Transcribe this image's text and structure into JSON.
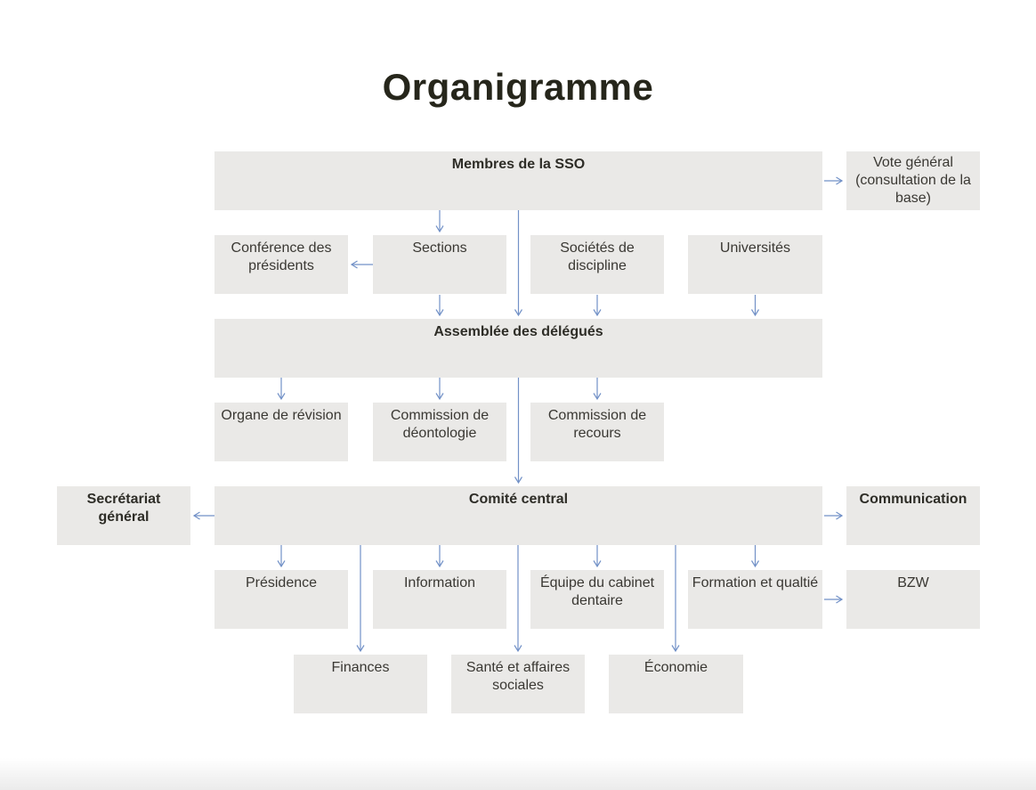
{
  "title": "Organigramme",
  "colors": {
    "background": "#ffffff",
    "box_fill": "#eae9e7",
    "arrow_blue": "#7291c7",
    "title_text": "#26261b",
    "body_text": "#3a3833",
    "header_text": "#2e2d27"
  },
  "nodes": {
    "membres": {
      "label": "Membres de la SSO",
      "bold": true
    },
    "vote": {
      "label": "Vote général (consultation de la base)",
      "bold": false
    },
    "conference": {
      "label": "Conférence des présidents",
      "bold": false
    },
    "sections": {
      "label": "Sections",
      "bold": false
    },
    "societes": {
      "label": "Sociétés de discipline",
      "bold": false
    },
    "universites": {
      "label": "Universités",
      "bold": false
    },
    "assemblee": {
      "label": "Assemblée des délégués",
      "bold": true
    },
    "organe": {
      "label": "Organe de révision",
      "bold": false
    },
    "deontologie": {
      "label": "Commission de déontologie",
      "bold": false
    },
    "recours": {
      "label": "Commission de recours",
      "bold": false
    },
    "secretariat": {
      "label": "Secrétariat général",
      "bold": true
    },
    "comite": {
      "label": "Comité central",
      "bold": true
    },
    "communication": {
      "label": "Communication",
      "bold": true
    },
    "presidence": {
      "label": "Présidence",
      "bold": false
    },
    "information": {
      "label": "Information",
      "bold": false
    },
    "equipe": {
      "label": "Équipe du cabinet dentaire",
      "bold": false
    },
    "formation": {
      "label": "Formation et qualtié",
      "bold": false
    },
    "bzw": {
      "label": "BZW",
      "bold": false
    },
    "finances": {
      "label": "Finances",
      "bold": false
    },
    "sante": {
      "label": "Santé et affaires sociales",
      "bold": false
    },
    "economie": {
      "label": "Économie",
      "bold": false
    }
  },
  "edges": [
    {
      "from": "membres",
      "to": "vote"
    },
    {
      "from": "membres",
      "to": "sections"
    },
    {
      "from": "membres",
      "to": "assemblee"
    },
    {
      "from": "sections",
      "to": "conference"
    },
    {
      "from": "sections",
      "to": "assemblee"
    },
    {
      "from": "societes",
      "to": "assemblee"
    },
    {
      "from": "universites",
      "to": "assemblee"
    },
    {
      "from": "assemblee",
      "to": "organe"
    },
    {
      "from": "assemblee",
      "to": "deontologie"
    },
    {
      "from": "assemblee",
      "to": "recours"
    },
    {
      "from": "assemblee",
      "to": "comite"
    },
    {
      "from": "comite",
      "to": "secretariat"
    },
    {
      "from": "comite",
      "to": "communication"
    },
    {
      "from": "comite",
      "to": "presidence"
    },
    {
      "from": "comite",
      "to": "information"
    },
    {
      "from": "comite",
      "to": "equipe"
    },
    {
      "from": "comite",
      "to": "formation"
    },
    {
      "from": "comite",
      "to": "finances"
    },
    {
      "from": "comite",
      "to": "sante"
    },
    {
      "from": "comite",
      "to": "economie"
    },
    {
      "from": "formation",
      "to": "bzw"
    }
  ]
}
